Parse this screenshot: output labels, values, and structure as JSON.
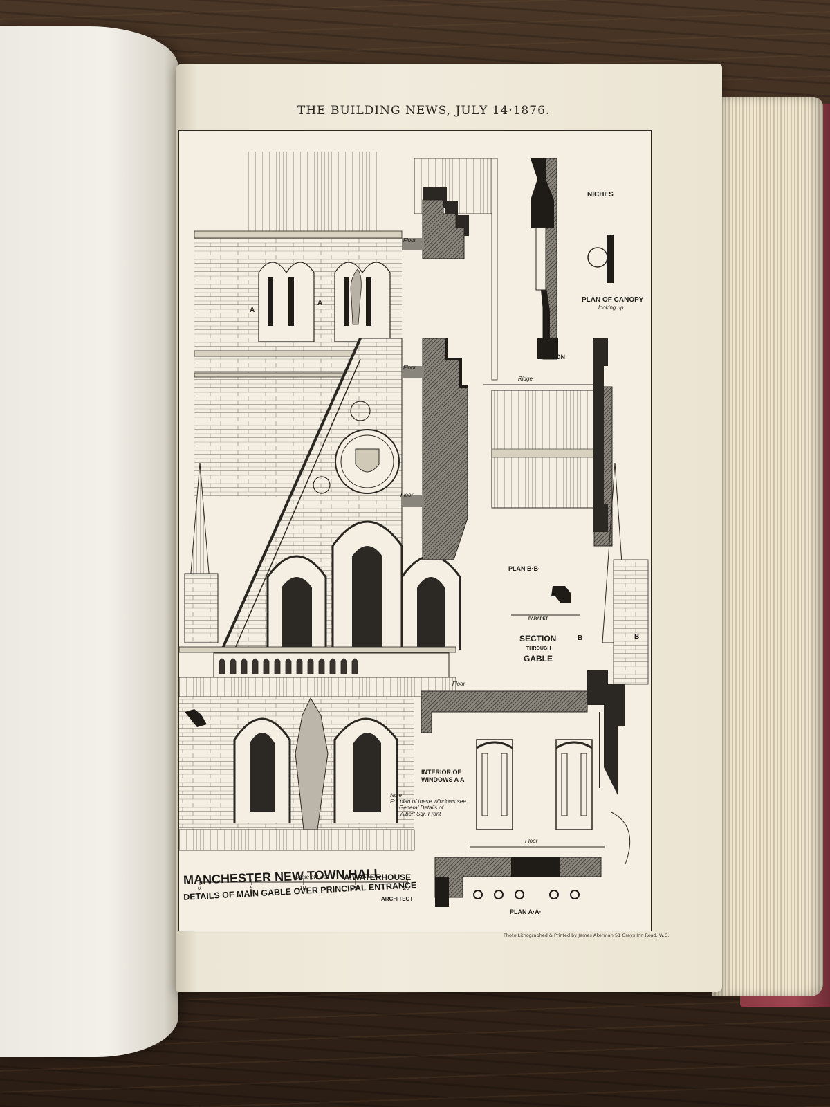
{
  "journal_header": "THE BUILDING NEWS, JULY 14·1876.",
  "plate": {
    "labels": {
      "niches": "NICHES",
      "plan_of_canopy": "PLAN OF CANOPY",
      "looking_up": "looking up",
      "section": "SECTION",
      "floor_1": "Floor",
      "floor_2": "Floor",
      "floor_3": "Floor",
      "floor_4": "Floor",
      "floor_5": "Floor",
      "ridge": "Ridge",
      "plan_bb": "PLAN B·B·",
      "parapet": "PARAPET",
      "section_title": "SECTION",
      "through": "THROUGH",
      "gable": "GABLE",
      "mark_a_left": "A",
      "mark_a_right": "A",
      "mark_b_left": "B",
      "mark_b_right": "B",
      "interior_of": "INTERIOR OF",
      "windows_aa": "WINDOWS A A",
      "note_1": "Note",
      "note_2": "For plan of these Windows see",
      "note_3": "General Details of",
      "note_4": "Albert Sqr. Front",
      "plan_aa": "PLAN A·A·",
      "scale_of_feet": "Scale of Feet",
      "scale_0": "0",
      "scale_5": "5",
      "scale_10": "10",
      "scale_15": "15",
      "scale_20": "20"
    },
    "title_main": "MANCHESTER NEW TOWN HALL",
    "title_sub": "DETAILS OF MAIN GABLE OVER PRINCIPAL ENTRANCE",
    "architect": "A.WATERHOUSE",
    "architect_role": "ARCHITECT"
  },
  "printer_credit": "Photo Lithographed & Printed by James Akerman 51 Grays Inn Road, W.C.",
  "colors": {
    "paper": "#f1ebdd",
    "ink": "#1f1c18",
    "cover_cloth": "#a04652",
    "wood": "#3b2a1e"
  }
}
